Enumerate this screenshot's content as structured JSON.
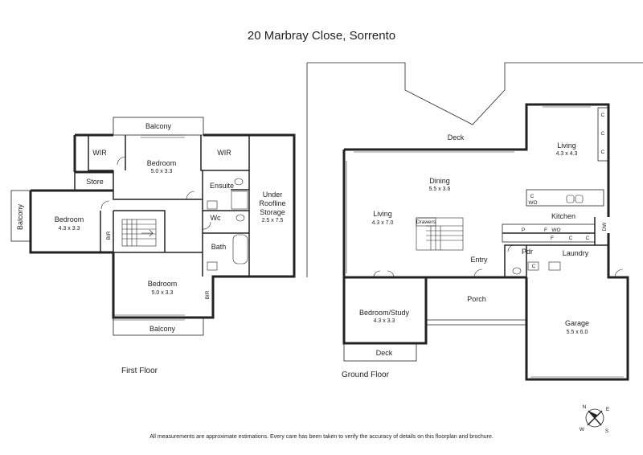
{
  "title": "20 Marbray Close, Sorrento",
  "disclaimer": "All measurements are approximate estimations. Every care has been taken to verify the accuracy of details on this floorplan and brochure.",
  "floors": {
    "first": {
      "label": "First Floor",
      "rooms": {
        "balcony_top": {
          "name": "Balcony"
        },
        "wir_left": {
          "name": "WIR"
        },
        "bedroom_main": {
          "name": "Bedroom",
          "size": "5.0 x 3.3"
        },
        "wir_right": {
          "name": "WIR"
        },
        "store": {
          "name": "Store"
        },
        "ensuite": {
          "name": "Ensuite"
        },
        "under_roofline": {
          "name1": "Under",
          "name2": "Roofline",
          "name3": "Storage",
          "size": "2.5 x 7.5"
        },
        "balcony_left": {
          "name": "Balcony"
        },
        "bedroom_west": {
          "name": "Bedroom",
          "size": "4.3 x 3.3"
        },
        "bir_west": {
          "name": "BIR"
        },
        "wc": {
          "name": "Wc"
        },
        "bath": {
          "name": "Bath"
        },
        "bedroom_south": {
          "name": "Bedroom",
          "size": "5.0 x 3.3"
        },
        "bir_south": {
          "name": "BIR"
        },
        "balcony_bottom": {
          "name": "Balcony"
        }
      }
    },
    "ground": {
      "label": "Ground Floor",
      "rooms": {
        "deck_top": {
          "name": "Deck"
        },
        "living_ne": {
          "name": "Living",
          "size": "4.3 x 4.3"
        },
        "dining": {
          "name": "Dining",
          "size": "5.5 x 3.6"
        },
        "living_w": {
          "name": "Living",
          "size": "4.3 x 7.0"
        },
        "drawers": {
          "name": "Drawers"
        },
        "kitchen": {
          "name": "Kitchen"
        },
        "pdr": {
          "name": "Pdr"
        },
        "laundry": {
          "name": "Laundry"
        },
        "entry": {
          "name": "Entry"
        },
        "bedroom_study": {
          "name": "Bedroom/Study",
          "size": "4.3 x 3.3"
        },
        "porch": {
          "name": "Porch"
        },
        "garage": {
          "name": "Garage",
          "size": "5.5 x 6.0"
        },
        "deck_bottom": {
          "name": "Deck"
        }
      },
      "fixtures": {
        "c": "C",
        "wo": "WO",
        "p": "P",
        "f": "F",
        "dw": "DW"
      }
    }
  },
  "compass": {
    "n": "N",
    "e": "E",
    "s": "S",
    "w": "W"
  }
}
